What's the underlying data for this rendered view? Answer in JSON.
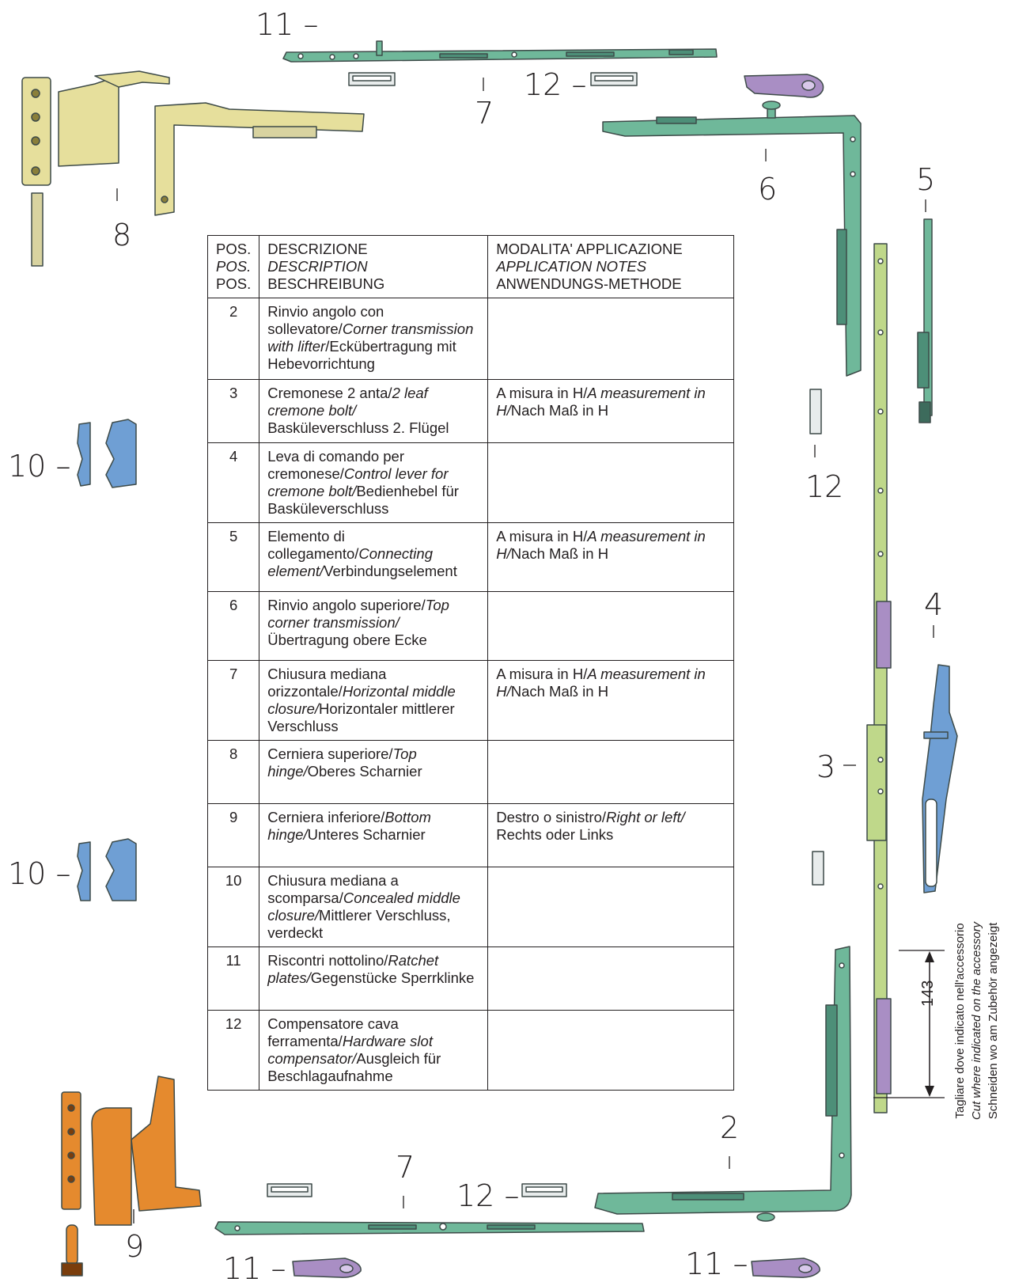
{
  "table": {
    "header": {
      "pos_it": "POS.",
      "pos_en": "POS.",
      "pos_de": "POS.",
      "desc_it": "DESCRIZIONE",
      "desc_en": "DESCRIPTION",
      "desc_de": "BESCHREIBUNG",
      "mode_it": "MODALITA' APPLICAZIONE",
      "mode_en": "APPLICATION NOTES",
      "mode_de": "ANWENDUNGS-METHODE"
    },
    "rows": [
      {
        "pos": "2",
        "it": "Rinvio angolo con sollevatore/",
        "en": "Corner transmission with lifter",
        "de": "/Eckübertragung mit Hebevorrichtung",
        "note_it": "",
        "note_en": "",
        "note_de": ""
      },
      {
        "pos": "3",
        "it": "Cremonese 2 anta/",
        "en": "2 leaf cremone bolt/",
        "de": " Basküleverschluss 2. Flügel",
        "note_it": "A misura in H/",
        "note_en": "A measurement in H/",
        "note_de": "Nach Maß in H"
      },
      {
        "pos": "4",
        "it": "Leva di comando per cremonese/",
        "en": "Control lever for cremone bolt/",
        "de": "Bedienhebel für Basküleverschluss",
        "note_it": "",
        "note_en": "",
        "note_de": ""
      },
      {
        "pos": "5",
        "it": "Elemento di collegamento/",
        "en": "Connecting element/",
        "de": "Verbindungselement",
        "note_it": "A misura in H/",
        "note_en": "A measurement in H/",
        "note_de": "Nach Maß in H"
      },
      {
        "pos": "6",
        "it": "Rinvio angolo superiore/",
        "en": "Top corner transmission/",
        "de": "Übertragung obere Ecke",
        "note_it": "",
        "note_en": "",
        "note_de": ""
      },
      {
        "pos": "7",
        "it": "Chiusura mediana orizzontale/",
        "en": "Horizontal middle closure/",
        "de": "Horizontaler mittlerer Verschluss",
        "note_it": "A misura in H/",
        "note_en": "A measurement in H/",
        "note_de": "Nach Maß in H"
      },
      {
        "pos": "8",
        "it": "Cerniera superiore/",
        "en": "Top hinge/",
        "de": "Oberes Scharnier",
        "note_it": "",
        "note_en": "",
        "note_de": ""
      },
      {
        "pos": "9",
        "it": "Cerniera inferiore/",
        "en": "Bottom hinge/",
        "de": "Unteres Scharnier",
        "note_it": "Destro o sinistro/",
        "note_en": "Right or left/",
        "note_de": " Rechts oder Links"
      },
      {
        "pos": "10",
        "it": "Chiusura mediana a scomparsa/",
        "en": "Concealed middle closure/",
        "de": "Mittlerer Verschluss, verdeckt",
        "note_it": "",
        "note_en": "",
        "note_de": ""
      },
      {
        "pos": "11",
        "it": "Riscontri nottolino/",
        "en": "Ratchet plates/",
        "de": "Gegenstücke Sperrklinke",
        "note_it": "",
        "note_en": "",
        "note_de": ""
      },
      {
        "pos": "12",
        "it": "Compensatore cava ferramenta/",
        "en": "Hardware slot compensator/",
        "de": "Ausgleich für Beschlagaufnahme",
        "note_it": "",
        "note_en": "",
        "note_de": ""
      }
    ]
  },
  "callouts": {
    "c11_top": "11",
    "c7_top": "7",
    "c12_top": "12",
    "c6": "6",
    "c5": "5",
    "c8": "8",
    "c10_a": "10",
    "c12_right": "12",
    "c4": "4",
    "c3": "3",
    "c10_b": "10",
    "c2": "2",
    "c7_bottom": "7",
    "c12_bottom": "12",
    "c9": "9",
    "c11_bl": "11",
    "c11_br": "11"
  },
  "dimension": {
    "value": "143"
  },
  "cut_note": {
    "it": "Tagliare dove indicato nell'accessorio",
    "en": "Cut where indicated on the accessory",
    "de": "Schneiden wo am Zubehör angezeigt"
  },
  "colors": {
    "green": "#6fb89a",
    "lime": "#bfd88a",
    "yellow": "#e6df9c",
    "purple": "#a98ec4",
    "blue": "#6f9fd4",
    "orange": "#e58a2e",
    "outline": "#3d4a48"
  }
}
